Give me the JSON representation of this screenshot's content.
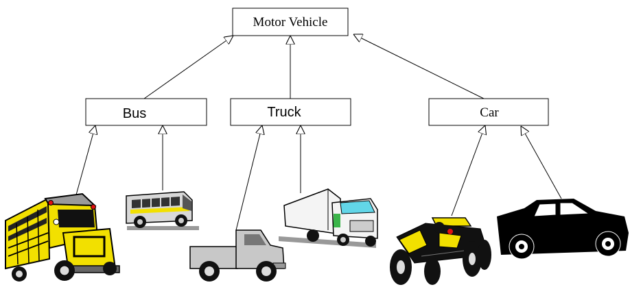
{
  "diagram": {
    "root": {
      "label": "Motor Vehicle"
    },
    "categories": [
      {
        "id": "bus",
        "label": "Bus"
      },
      {
        "id": "truck",
        "label": "Truck"
      },
      {
        "id": "car",
        "label": "Car"
      }
    ],
    "instances": [
      {
        "id": "school-bus",
        "parent": "bus",
        "image": "school-bus-illustration"
      },
      {
        "id": "transit-bus",
        "parent": "bus",
        "image": "transit-bus-illustration"
      },
      {
        "id": "pickup-truck",
        "parent": "truck",
        "image": "pickup-truck-illustration"
      },
      {
        "id": "box-truck",
        "parent": "truck",
        "image": "box-truck-illustration"
      },
      {
        "id": "race-car",
        "parent": "car",
        "image": "race-car-illustration"
      },
      {
        "id": "sedan",
        "parent": "car",
        "image": "sedan-illustration"
      }
    ],
    "edge_style": "hollow-triangle-arrowhead (inheritance)"
  }
}
